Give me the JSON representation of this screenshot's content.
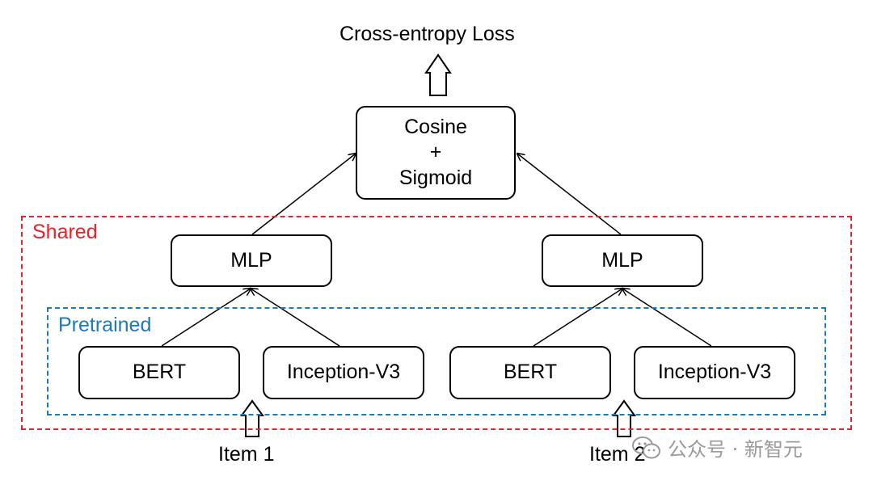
{
  "diagram": {
    "output_label": "Cross-entropy Loss",
    "combine_node": {
      "line1": "Cosine",
      "line2": "+",
      "line3": "Sigmoid"
    },
    "regions": {
      "shared_label": "Shared",
      "pretrained_label": "Pretrained"
    },
    "left_tower": {
      "mlp": "MLP",
      "text_encoder": "BERT",
      "image_encoder": "Inception-V3",
      "input_label": "Item 1"
    },
    "right_tower": {
      "mlp": "MLP",
      "text_encoder": "BERT",
      "image_encoder": "Inception-V3",
      "input_label": "Item 2"
    }
  },
  "watermark": {
    "text": "公众号 · 新智元",
    "icon": "wechat-icon"
  },
  "colors": {
    "shared": "#e3242b",
    "pretrained": "#1f7ab8",
    "watermark": "#9a9a9a"
  }
}
